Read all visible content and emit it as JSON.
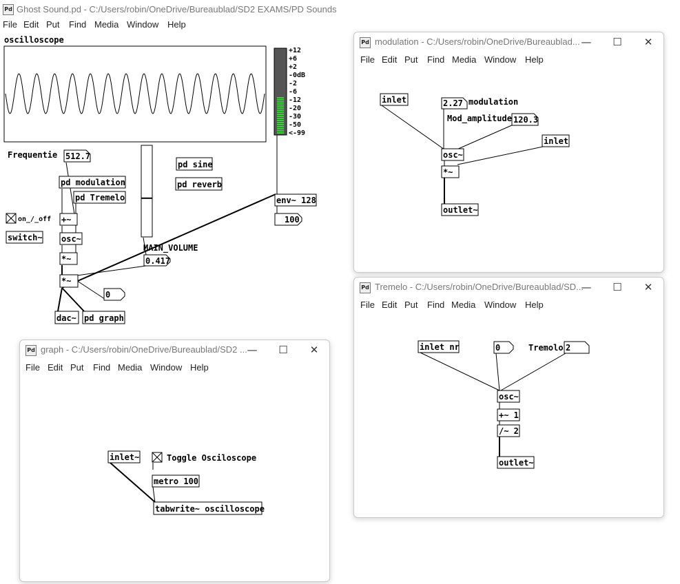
{
  "main": {
    "title": "Ghost Sound.pd  - C:/Users/robin/OneDrive/Bureaublad/SD2 EXAMS/PD Sounds",
    "menu": [
      "File",
      "Edit",
      "Put",
      "Find",
      "Media",
      "Window",
      "Help"
    ],
    "scope_label": "oscilloscope",
    "freq_label": "Frequentie",
    "freq_value": "512.7",
    "pd_modulation": "pd modulation",
    "pd_tremelo": "pd Tremelo",
    "toggle_label": "on_/_off",
    "switch": "switch~",
    "plus": "+~",
    "osc": "osc~",
    "mul1": "*~",
    "mul2": "*~",
    "dac": "dac~",
    "pd_graph": "pd graph",
    "zero": "0",
    "pd_sine": "pd sine",
    "pd_reverb": "pd reverb",
    "volume_label": "MAIN_VOLUME",
    "volume_value": "0.417",
    "volume_level": 0.417,
    "env": "env~ 128",
    "hundred": "100",
    "vu_labels": [
      "+12",
      "+6",
      "+2",
      "-0dB",
      "-2",
      "-6",
      "-12",
      "-20",
      "-30",
      "-50",
      "<-99"
    ]
  },
  "modulation": {
    "title": "modulation  - C:/Users/robin/OneDrive/Bureaublad...",
    "menu": [
      "File",
      "Edit",
      "Put",
      "Find",
      "Media",
      "Window",
      "Help"
    ],
    "inlet1": "inlet",
    "mod_value": "2.27",
    "mod_label": "modulation",
    "amp_label": "Mod_amplitude",
    "amp_value": "120.3",
    "inlet2": "inlet",
    "osc": "osc~",
    "mul": "*~",
    "outlet": "outlet~"
  },
  "tremelo": {
    "title": "Tremelo  - C:/Users/robin/OneDrive/Bureaublad/SD...",
    "menu": [
      "File",
      "Edit",
      "Put",
      "Find",
      "Media",
      "Window",
      "Help"
    ],
    "inlet": "inlet nr",
    "zero": "0",
    "label": "Tremolo",
    "value": "2",
    "osc": "osc~",
    "plus": "+~ 1",
    "div": "/~ 2",
    "outlet": "outlet~"
  },
  "graph": {
    "title": "graph  - C:/Users/robin/OneDrive/Bureaublad/SD2 ...",
    "menu": [
      "File",
      "Edit",
      "Put",
      "Find",
      "Media",
      "Window",
      "Help"
    ],
    "inlet": "inlet~",
    "toggle_label": "Toggle Osciloscope",
    "metro": "metro 100",
    "tabwrite": "tabwrite~ oscilloscope"
  },
  "window_controls": {
    "minimize": "—",
    "maximize": "☐",
    "close": "✕"
  }
}
